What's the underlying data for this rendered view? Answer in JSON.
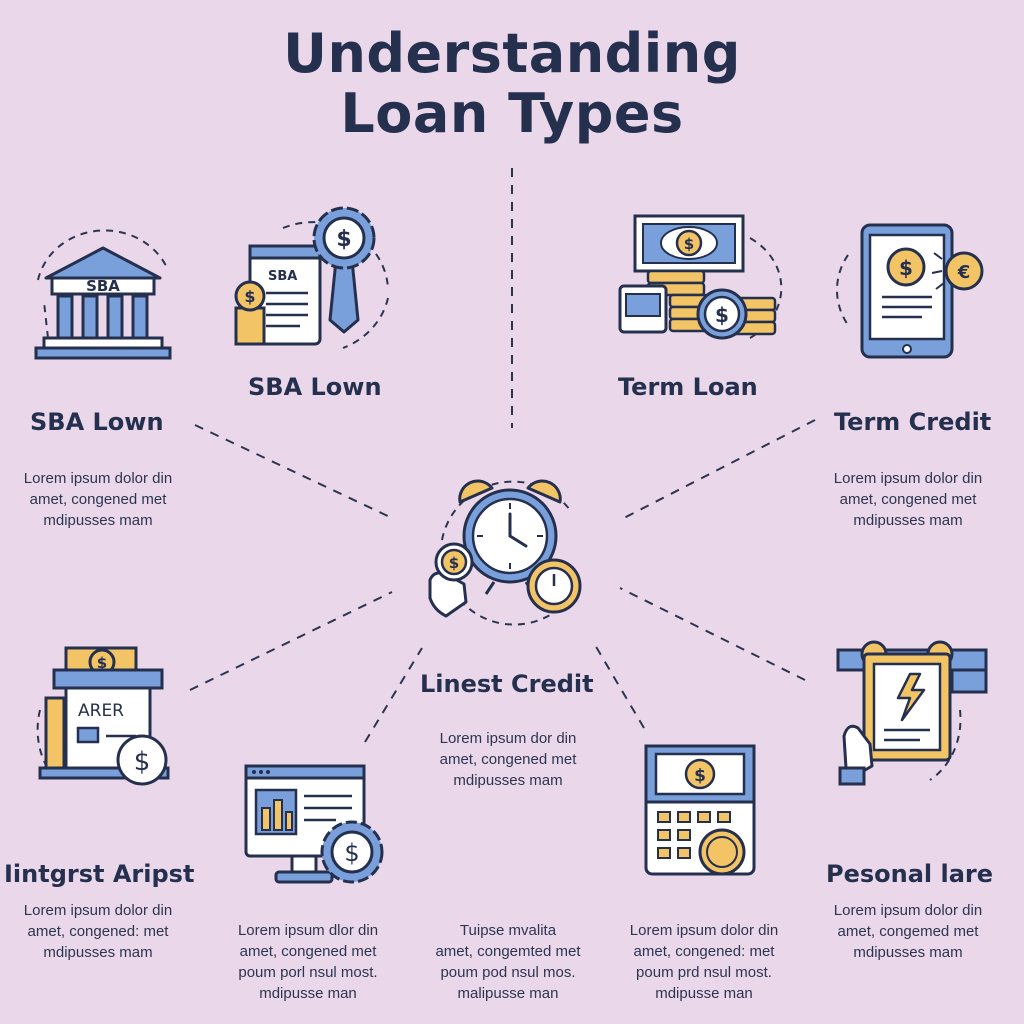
{
  "title_line1": "Understanding",
  "title_line2": "Loan Types",
  "bank_sign": "SBA",
  "doc_header": "SBA",
  "sign_text": "ARER",
  "items": [
    {
      "label": "SBA Lown",
      "desc": [
        "Lorem ipsum dolor din",
        "amet, congened met",
        "mdipusses mam"
      ]
    },
    {
      "label": "SBA Lown"
    },
    {
      "label": "Term Loan"
    },
    {
      "label": "Term Credit",
      "desc": [
        "Lorem ipsum dolor din",
        "amet, congened met",
        "mdipusses mam"
      ]
    },
    {
      "label": "Linest Credit",
      "desc": [
        "Lorem ipsum dor din",
        "amet, congened met",
        "mdipusses mam"
      ]
    },
    {
      "label": "Iintgrst Aripst",
      "desc": [
        "Lorem ipsum dolor din",
        "amet, congened: met",
        "mdipusses mam"
      ]
    },
    {
      "label": "",
      "desc": [
        "Lorem ipsum dlor din",
        "amet, congened met",
        "poum porl nsul most.",
        "mdipusse man"
      ]
    },
    {
      "label": "",
      "desc": [
        "Tuipse mvalita",
        "amet, congemted met",
        "poum pod nsul mos.",
        "malipusse man"
      ]
    },
    {
      "label": "",
      "desc": [
        "Lorem ipsum dolor din",
        "amet, congened: met",
        "poum prd nsul most.",
        "mdipusse man"
      ]
    },
    {
      "label": "Pesonal lare",
      "desc": [
        "Lorem ipsum dolor din",
        "amet, congemed met",
        "mdipusses mam"
      ]
    }
  ],
  "colors": {
    "background": "#ead8ea",
    "navy": "#25304f",
    "blue": "#7aa0dc",
    "gold": "#f2c466"
  }
}
